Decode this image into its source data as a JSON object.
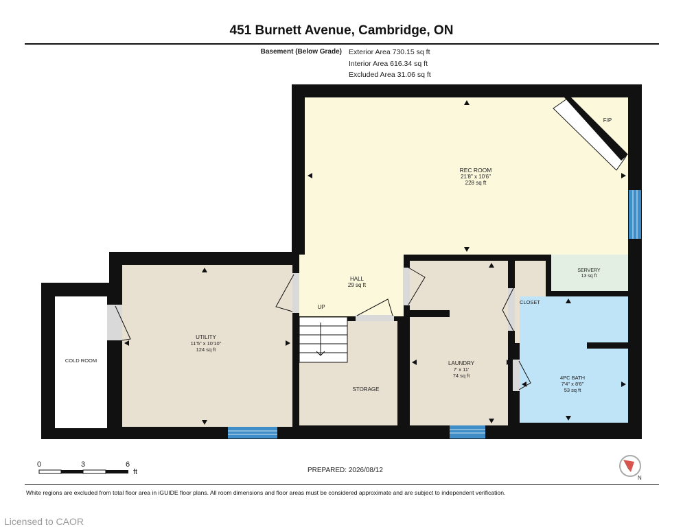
{
  "header": {
    "title": "451 Burnett Avenue, Cambridge, ON",
    "level": "Basement (Below Grade)",
    "areas": [
      "Exterior Area 730.15 sq ft",
      "Interior Area 616.34 sq ft",
      "Excluded Area 31.06 sq ft"
    ]
  },
  "rooms": {
    "rec_room": {
      "name": "REC ROOM",
      "dims": "21'8\" x 10'6\"",
      "area": "228 sq ft"
    },
    "fp": {
      "name": "F/P"
    },
    "hall": {
      "name": "HALL",
      "area": "29 sq ft"
    },
    "up": {
      "name": "UP"
    },
    "servery": {
      "name": "SERVERY",
      "area": "13 sq ft"
    },
    "closet": {
      "name": "CLOSET"
    },
    "utility": {
      "name": "UTILITY",
      "dims": "11'5\" x 10'10\"",
      "area": "124 sq ft"
    },
    "cold_room": {
      "name": "COLD ROOM"
    },
    "storage": {
      "name": "STORAGE"
    },
    "laundry": {
      "name": "LAUNDRY",
      "dims": "7' x 11'",
      "area": "74 sq ft"
    },
    "bath": {
      "name": "4PC BATH",
      "dims": "7'4\" x 8'6\"",
      "area": "53 sq ft"
    }
  },
  "colors": {
    "wall": "#111111",
    "rec_room": "#fbf8dc",
    "beige": "#e8e0d0",
    "servery": "#e3efe2",
    "bath": "#bfe3f7",
    "window": "#3f8ec8"
  },
  "scale": {
    "ticks": [
      "0",
      "3",
      "6"
    ],
    "unit": "ft"
  },
  "footer": {
    "prepared": "PREPARED: 2026/08/12",
    "disclaimer": "White regions are excluded from total floor area in iGUIDE floor plans. All room dimensions and floor areas must be considered approximate and are subject to independent verification.",
    "compass_label": "N",
    "license": "Licensed to CAOR"
  }
}
